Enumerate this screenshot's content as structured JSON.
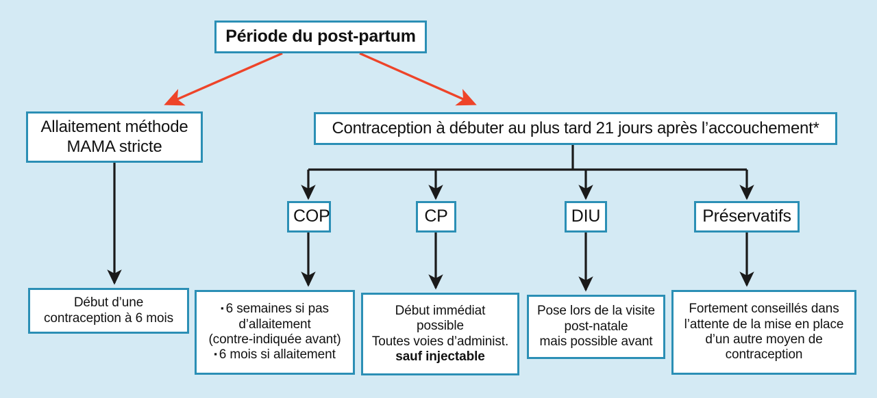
{
  "figure": {
    "type": "flowchart",
    "subject": "Contraception du post-partum",
    "background_color": "#d4eaf4",
    "box_border_color": "#2b8fb5",
    "box_fill_color": "#ffffff",
    "primary_arrow_color": "#ee4429",
    "secondary_arrow_color": "#1a1a1a"
  },
  "nodes": {
    "title": {
      "label": "Période du post-partum"
    },
    "mama": {
      "line1": "Allaitement méthode",
      "line2": "MAMA stricte"
    },
    "band": {
      "label": "Contraception à débuter au plus tard 21 jours après l’accouchement*"
    },
    "methods": [
      {
        "label": "COP"
      },
      {
        "label": "CP"
      },
      {
        "label": "DIU"
      },
      {
        "label": "Préservatifs"
      }
    ],
    "mama_detail": {
      "line1": "Début d’une",
      "line2": "contraception à 6 mois"
    },
    "cop_detail": {
      "bullet_glyph": "▪",
      "bullet1_line1": "6 semaines si pas",
      "bullet1_line2": "d’allaitement",
      "bullet1_line3": "(contre-indiquée avant)",
      "bullet2_line1": "6 mois si allaitement"
    },
    "cp_detail": {
      "line1": "Début immédiat",
      "line2": "possible",
      "line3": "Toutes voies d’administ.",
      "line4_bold": "sauf injectable"
    },
    "diu_detail": {
      "line1": "Pose lors de la visite",
      "line2": "post-natale",
      "line3": "mais possible avant"
    },
    "preservatifs_detail": {
      "line1": "Fortement conseillés dans",
      "line2": "l’attente de la mise en place",
      "line3": "d’un autre moyen de",
      "line4": "contraception"
    }
  }
}
